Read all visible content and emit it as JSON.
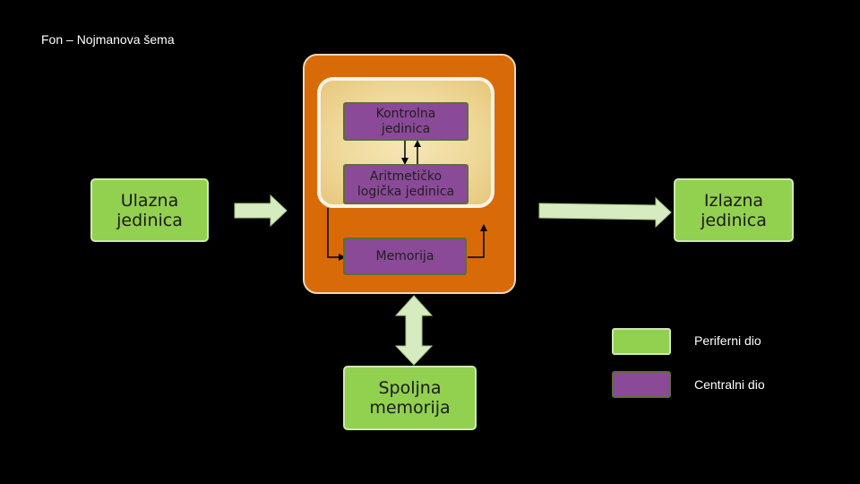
{
  "title": "Fon – Nojmanova šema",
  "blocks": {
    "input": "Ulazna jedinica",
    "output": "Izlazna jedinica",
    "control": "Kontrolna jedinica",
    "alu": "Aritmetičko logička jedinica",
    "memory": "Memorija",
    "external_memory": "Spoljna memorija"
  },
  "legend": [
    {
      "label": "Periferni dio",
      "color": "#92d050"
    },
    {
      "label": "Centralni dio",
      "color": "#8a4a97"
    }
  ],
  "colors": {
    "peripheral": "#92d050",
    "central": "#8a4a97",
    "cpu_frame": "#d86b08",
    "arrow": "#d6ecc0"
  }
}
